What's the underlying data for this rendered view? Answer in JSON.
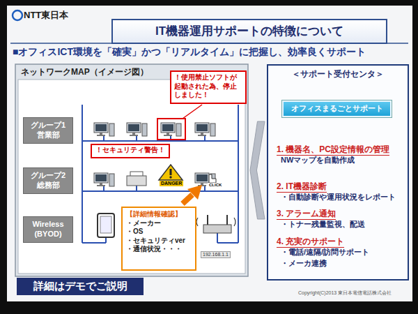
{
  "diagram": {
    "title": "IT機器運用サポートの特徴について",
    "nodes": [
      {
        "text": [
          "IT機器運用サポートの特徴について"
        ]
      },
      {
        "text": [
          "ネットワークMAP（イメージ図）"
        ]
      },
      {
        "text": [
          "！使用禁止ソフトが起動された為、停止しました！"
        ],
        "in": 1
      },
      {
        "text": [
          "グループ1 営業部"
        ],
        "in": 1
      },
      {
        "text": [
          "！セキュリティ警告！"
        ],
        "in": 1
      },
      {
        "text": [
          "グループ2 総務部"
        ],
        "in": 1
      },
      {
        "text": [
          "【詳細情報確認】",
          "・メーカー",
          "・OS",
          "・セキュリティver",
          "・通信状況・・・"
        ],
        "in": 1
      },
      {
        "text": [
          "Wireless (BYOD)"
        ],
        "in": 1
      },
      {
        "text": [
          "＜サポート受付センタ＞",
          "1. 機器名、PC設定情報の管理",
          "NWマップを自動作成",
          "2. IT機器診断",
          "・自動診断や運用状況をレポート",
          "3. アラーム通知",
          "・トナー残量監視、配送",
          "4. 充実のサポート",
          "・電話/遠隔/訪問サポート",
          "・メーカ連携"
        ]
      },
      {
        "text": [
          "オフィスまるごとサポート"
        ],
        "in": 8
      },
      {
        "text": [
          "詳細はデモでご説明"
        ]
      }
    ],
    "edges": [
      {
        "from": 8,
        "to": 1,
        "arrow": "to"
      }
    ],
    "labels": [
      "NTT東日本",
      "■オフィスICT環境を「確実」かつ「リアルタイム」に把握し、効率良くサポート",
      "DANGER",
      "CLICK",
      "192.168.1.1",
      "Copyright(C)2013 東日本電信電話株式会社"
    ]
  }
}
